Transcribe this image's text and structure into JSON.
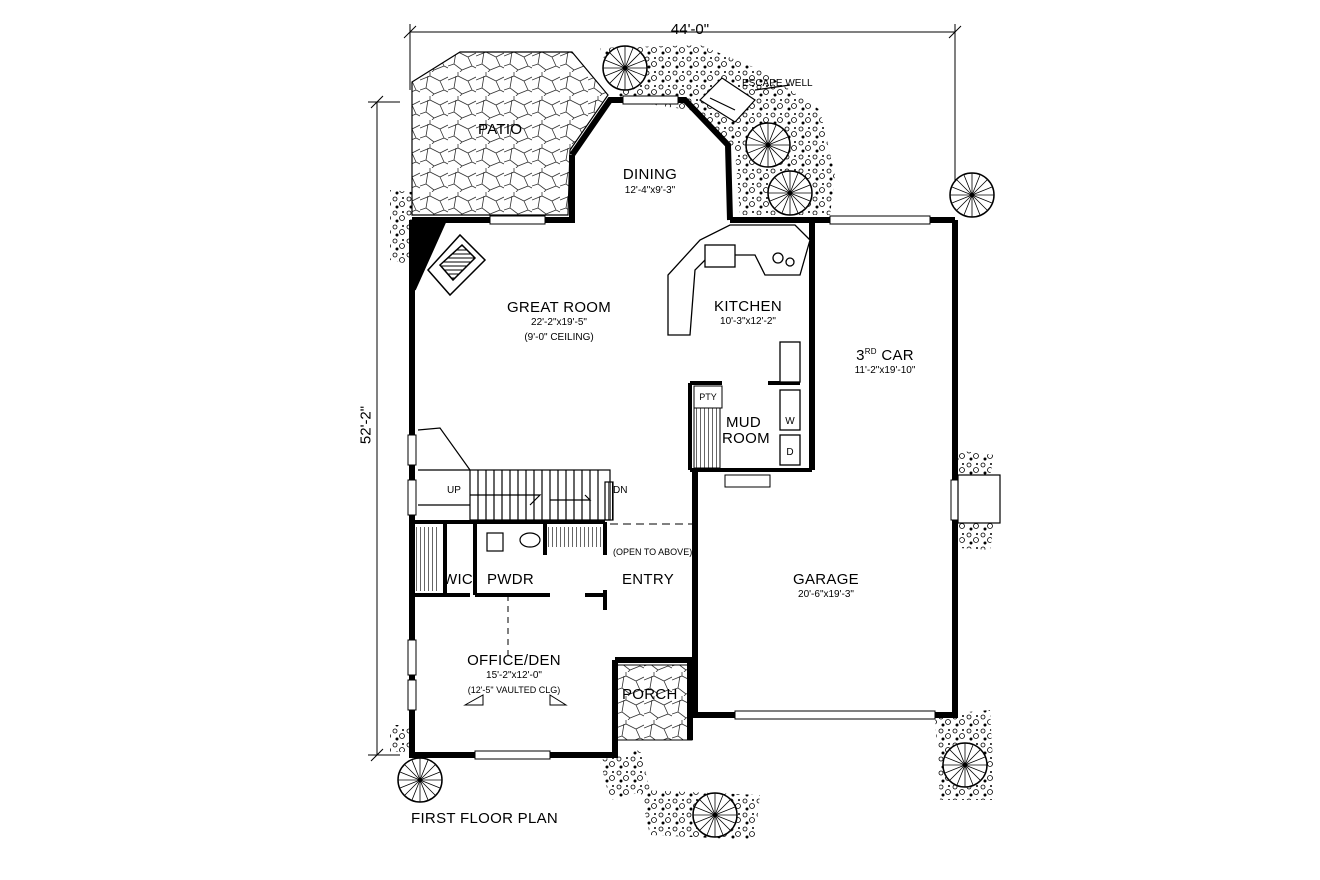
{
  "plan": {
    "title": "FIRST FLOOR PLAN",
    "overall_width": "44'-0\"",
    "overall_depth": "52'-2\""
  },
  "rooms": {
    "patio": {
      "name": "PATIO"
    },
    "dining": {
      "name": "DINING",
      "dims": "12'-4\"x9'-3\""
    },
    "great_room": {
      "name": "GREAT ROOM",
      "dims": "22'-2\"x19'-5\"",
      "note": "(9'-0\" CEILING)"
    },
    "kitchen": {
      "name": "KITCHEN",
      "dims": "10'-3\"x12'-2\""
    },
    "third_car": {
      "name_main": "3",
      "name_sup": "RD",
      "name_rest": " CAR",
      "dims": "11'-2\"x19'-10\""
    },
    "mud_room": {
      "name_line1": "MUD",
      "name_line2": "ROOM"
    },
    "pantry": {
      "name": "PTY"
    },
    "washer": {
      "name": "W"
    },
    "dryer": {
      "name": "D"
    },
    "wic": {
      "name": "WIC"
    },
    "powder": {
      "name": "PWDR"
    },
    "entry": {
      "name": "ENTRY",
      "note": "(OPEN TO ABOVE)"
    },
    "garage": {
      "name": "GARAGE",
      "dims": "20'-6\"x19'-3\""
    },
    "office": {
      "name": "OFFICE/DEN",
      "dims": "15'-2\"x12'-0\"",
      "note": "(12'-5\" VAULTED CLG)"
    },
    "porch": {
      "name": "PORCH"
    }
  },
  "stairs": {
    "up": "UP",
    "down": "DN"
  },
  "site": {
    "escape_well": "ESCAPE WELL"
  }
}
